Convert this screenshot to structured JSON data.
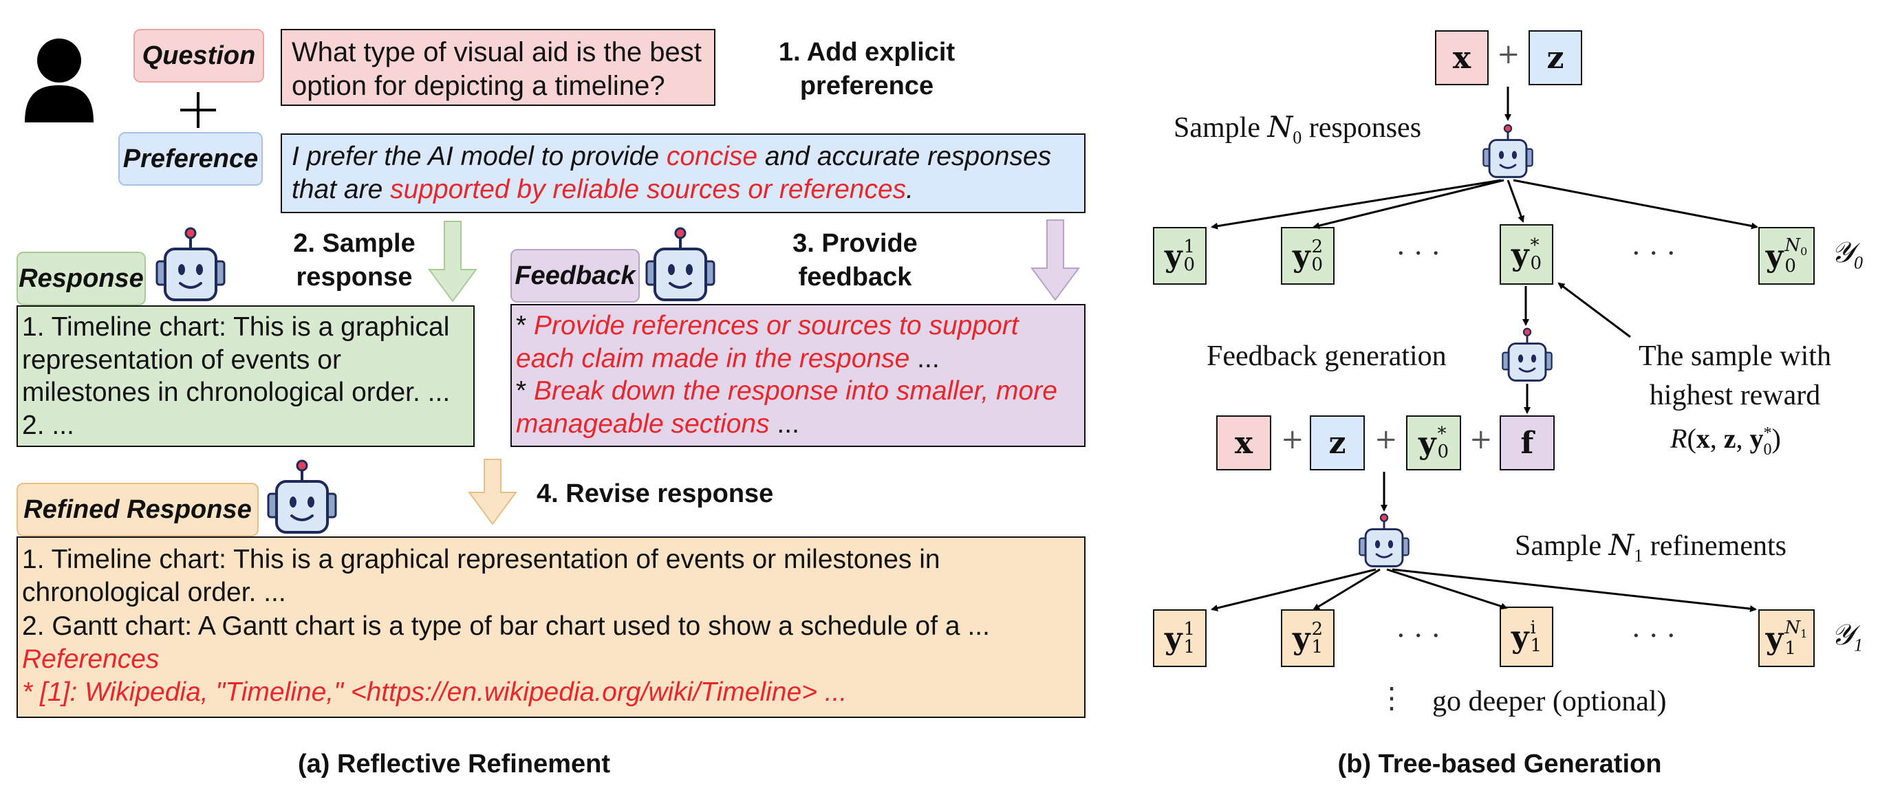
{
  "left": {
    "question_tag": "Question",
    "question_text": "What type of visual aid is the best option for depicting a timeline?",
    "preference_tag": "Preference",
    "preference_parts": [
      "I prefer the AI model to provide ",
      "concise",
      " and accurate responses that are ",
      "supported by reliable sources or references",
      "."
    ],
    "step1": "1. Add explicit preference",
    "step2": "2. Sample response",
    "step3": "3. Provide feedback",
    "step4": "4. Revise response",
    "response_tag": "Response",
    "response_text": "1. Timeline chart: This is a graphical representation of events or milestones in chronological order. ... 2. ...",
    "feedback_tag": "Feedback",
    "feedback_items": [
      {
        "bullet": "* ",
        "text": "Provide references or sources to support each claim made in the response",
        "tail": " ..."
      },
      {
        "bullet": "* ",
        "text": "Break down the response into smaller, more manageable sections",
        "tail": " ..."
      }
    ],
    "refined_tag": "Refined Response",
    "refined_line1": "1. Timeline chart: This is a graphical representation of events or milestones in chronological order. ...",
    "refined_line2": "2. Gantt chart: A Gantt chart is a type of bar chart used to show a schedule of a ...",
    "refined_ref_title": "References",
    "refined_ref_line": "* [1]: Wikipedia, \"Timeline,\" <https://en.wikipedia.org/wiki/Timeline> ...",
    "caption": "(a) Reflective Refinement"
  },
  "right": {
    "x": "x",
    "z": "z",
    "f": "f",
    "plus": "+",
    "sample_n0_pre": "Sample ",
    "sample_n0_n": "N",
    "sample_n0_sub": "0",
    "sample_n0_post": " responses",
    "feedback_generation": "Feedback generation",
    "highest_reward_1": "The sample with",
    "highest_reward_2": "highest reward",
    "reward_formula": "R(x, z, y",
    "sample_n1_pre": "Sample ",
    "sample_n1_n": "N",
    "sample_n1_sub": "1",
    "sample_n1_post": " refinements",
    "y": "y",
    "row0_sups": [
      "1",
      "2",
      "*",
      "N0"
    ],
    "row0_sub": "0",
    "row1_sups": [
      "1",
      "2",
      "i",
      "N1"
    ],
    "row1_sub": "1",
    "ellipsis": "· · ·",
    "vdots": "⋮",
    "set0": "𝒴",
    "set0_sub": "0",
    "set1": "𝒴",
    "set1_sub": "1",
    "go_deeper": "go deeper (optional)",
    "caption": "(b) Tree-based Generation"
  },
  "colors": {
    "red_text": "#e8262b",
    "question": "#f8d5d4",
    "preference": "#dae8fc",
    "response": "#d7eacf",
    "feedback": "#e3d5ea",
    "refined": "#fbe3c6"
  }
}
